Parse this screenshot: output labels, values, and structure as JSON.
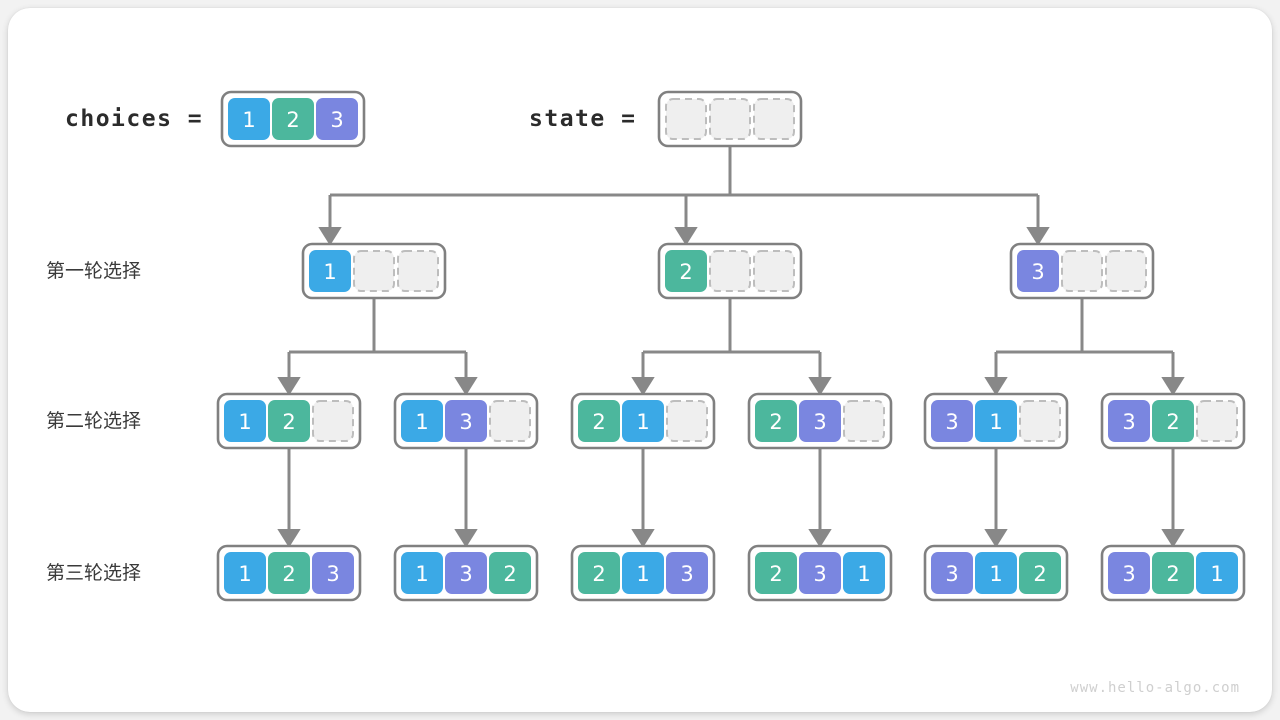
{
  "meta": {
    "title": "Permutation backtracking tree",
    "watermark": "www.hello-algo.com",
    "background": "#f2f2f2",
    "card_background": "#ffffff"
  },
  "palette": {
    "one": "#3ba9e6",
    "two": "#4cb79d",
    "three": "#7a86e0",
    "empty_fill": "#efefef",
    "empty_stroke": "#bdbdbd",
    "frame_stroke": "#808080",
    "connector": "#888888",
    "label_text": "#3a3a3a",
    "mono_text": "#2b2b2b",
    "watermark_text": "#cfcfcf"
  },
  "header": {
    "choices_label": "choices =",
    "choices_values": [
      "1",
      "2",
      "3"
    ],
    "state_label": "state =",
    "state_values": [
      "",
      "",
      ""
    ]
  },
  "rows": [
    {
      "label": "第一轮选择",
      "nodes": [
        {
          "cells": [
            "1",
            "",
            ""
          ]
        },
        {
          "cells": [
            "2",
            "",
            ""
          ]
        },
        {
          "cells": [
            "3",
            "",
            ""
          ]
        }
      ]
    },
    {
      "label": "第二轮选择",
      "nodes": [
        {
          "cells": [
            "1",
            "2",
            ""
          ]
        },
        {
          "cells": [
            "1",
            "3",
            ""
          ]
        },
        {
          "cells": [
            "2",
            "1",
            ""
          ]
        },
        {
          "cells": [
            "2",
            "3",
            ""
          ]
        },
        {
          "cells": [
            "3",
            "1",
            ""
          ]
        },
        {
          "cells": [
            "3",
            "2",
            ""
          ]
        }
      ]
    },
    {
      "label": "第三轮选择",
      "nodes": [
        {
          "cells": [
            "1",
            "2",
            "3"
          ]
        },
        {
          "cells": [
            "1",
            "3",
            "2"
          ]
        },
        {
          "cells": [
            "2",
            "1",
            "3"
          ]
        },
        {
          "cells": [
            "2",
            "3",
            "1"
          ]
        },
        {
          "cells": [
            "3",
            "1",
            "2"
          ]
        },
        {
          "cells": [
            "3",
            "2",
            "1"
          ]
        }
      ]
    }
  ]
}
